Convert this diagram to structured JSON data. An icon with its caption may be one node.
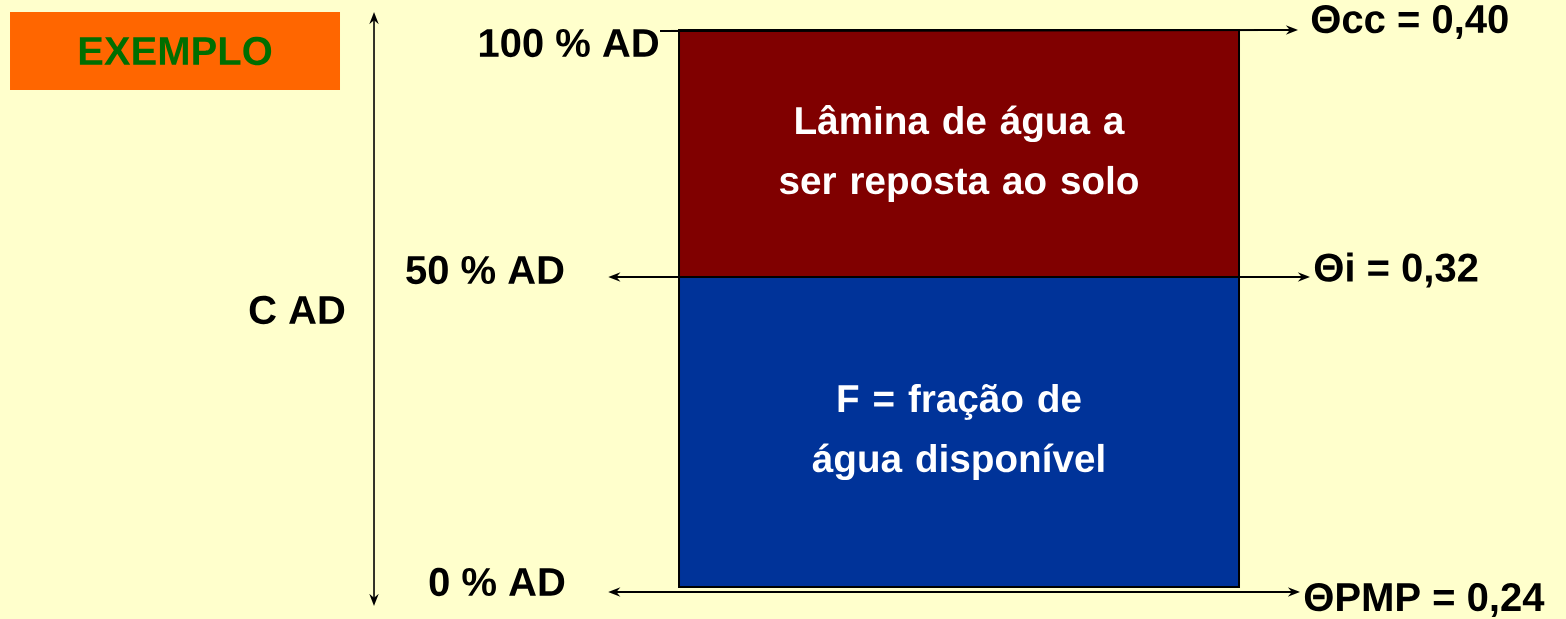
{
  "diagram": {
    "nodes": [
      {
        "text": [
          "EXEMPLO"
        ]
      },
      {
        "text": [
          "100 % AD"
        ]
      },
      {
        "text": [
          "50 % AD"
        ]
      },
      {
        "text": [
          "0 % AD"
        ]
      },
      {
        "text": [
          "Lâmina de água a ser reposta ao solo"
        ]
      },
      {
        "text": [
          "F = fração de água disponível"
        ]
      },
      {
        "text": [
          "Θcc = 0,40"
        ]
      },
      {
        "text": [
          "Θi = 0,32"
        ]
      },
      {
        "text": [
          "ΘPMP = 0,24"
        ]
      }
    ],
    "edges": [
      {
        "from": 1,
        "to": 6,
        "arrow": "to"
      },
      {
        "from": 2,
        "to": 7,
        "arrow": "both"
      },
      {
        "from": 3,
        "to": 8,
        "arrow": "both"
      }
    ],
    "labels": [
      "C AD"
    ]
  }
}
